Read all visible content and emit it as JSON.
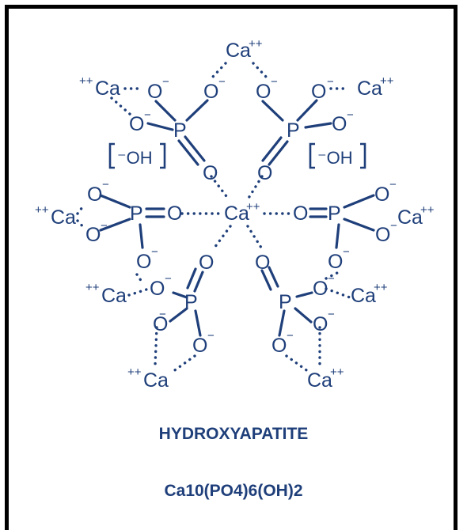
{
  "colors": {
    "molecule": "#1f3f7a",
    "frame": "#000000"
  },
  "diagram": {
    "title": "HYDROXYAPATITE",
    "formula": "Ca10(PO4)6(OH)2",
    "labels": {
      "ca": "Ca",
      "ion_pp": "++",
      "ca_top": "Ca",
      "ca_center": "Ca",
      "p": "P",
      "o": "O",
      "o_minus": "−",
      "oh": "[⁻OH]"
    }
  }
}
